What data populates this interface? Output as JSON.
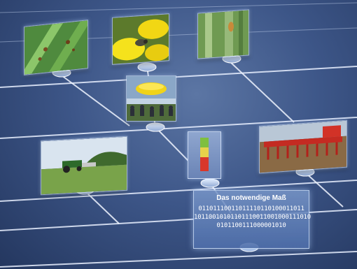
{
  "infobox": {
    "title": "Das notwendige Maß",
    "binary_line_1": "01101110011011110110100011011",
    "binary_line_2": "10110010101101110011001000111010",
    "binary_line_3": "0101100111000001010"
  },
  "colors": {
    "background": "#3d5688",
    "meter_green": "#7fbf3f",
    "meter_yellow": "#e7d24a",
    "meter_red": "#d8372b"
  },
  "panels": [
    {
      "name": "leaf-disease-photo"
    },
    {
      "name": "yellow-flower-insect-photo"
    },
    {
      "name": "plant-stem-photo"
    },
    {
      "name": "trap-and-crowd-photo"
    },
    {
      "name": "tractor-field-photo"
    },
    {
      "name": "harrow-machine-photo"
    }
  ]
}
